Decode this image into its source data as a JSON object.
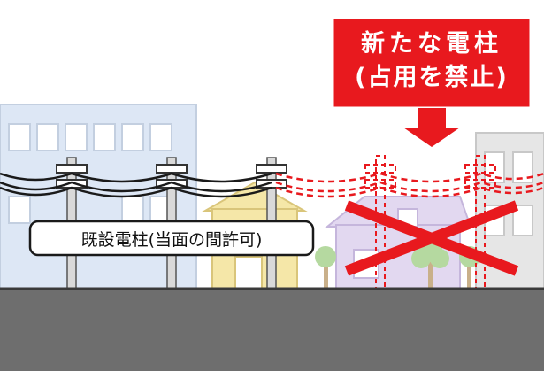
{
  "callout": {
    "line1": "新たな電柱",
    "line2": "(占用を禁止)"
  },
  "label": {
    "text": "既設電柱(当面の間許可)"
  },
  "colors": {
    "red": "#e8191e",
    "ground": "#6e6e6e",
    "building_blue": "#dde7f5",
    "house_yellow": "#f5e7a8",
    "house_purple": "#e2d8f0",
    "tree": "#b5d9a0",
    "pole": "#d9d9d9"
  }
}
